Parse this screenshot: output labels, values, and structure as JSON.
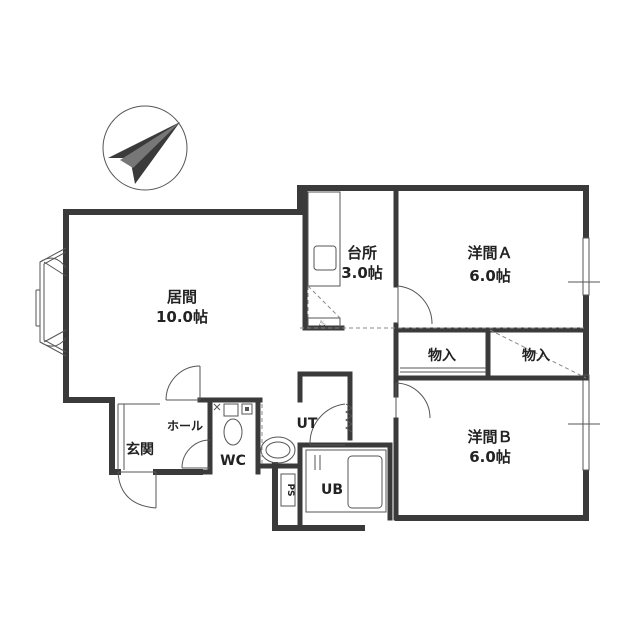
{
  "rooms": {
    "living": {
      "name": "居間",
      "size": "10.0帖"
    },
    "kitchen": {
      "name": "台所",
      "size": "3.0帖"
    },
    "western_a": {
      "name": "洋間Ａ",
      "size": "6.0帖"
    },
    "western_b": {
      "name": "洋間Ｂ",
      "size": "6.0帖"
    },
    "storage_1": {
      "name": "物入"
    },
    "storage_2": {
      "name": "物入"
    },
    "hall": {
      "name": "ホール"
    },
    "entrance": {
      "name": "玄関"
    },
    "wc": {
      "name": "WC"
    },
    "utility": {
      "name": "UT"
    },
    "bath": {
      "name": "UB"
    },
    "pipe_space": {
      "name": "PS"
    }
  },
  "compass": {
    "icon": "north-arrow-icon"
  }
}
